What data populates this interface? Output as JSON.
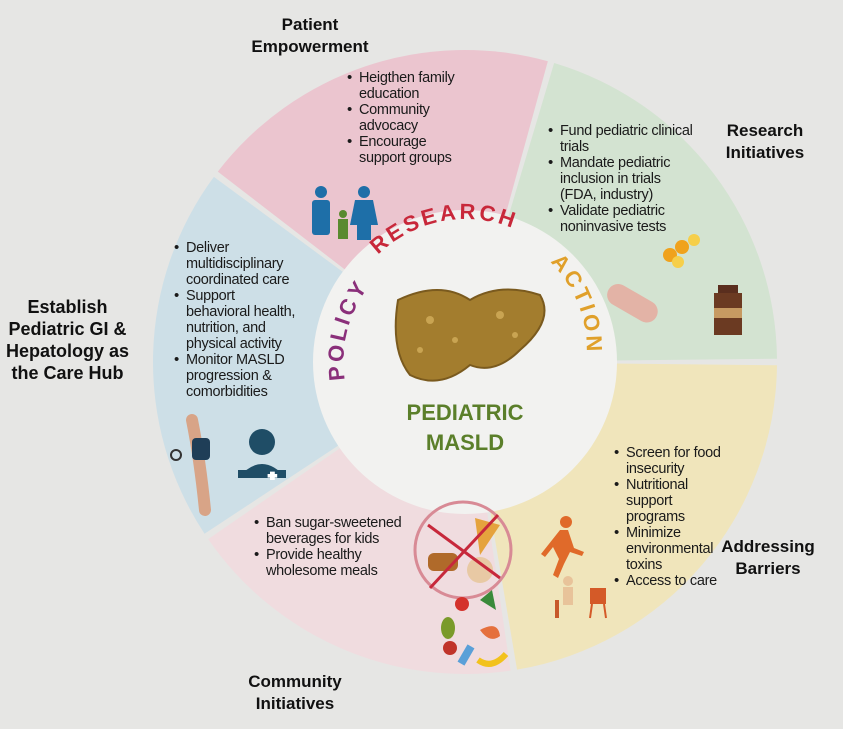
{
  "center": {
    "title_line1": "PEDIATRIC",
    "title_line2": "MASLD",
    "arc_words": [
      "POLICY",
      "RESEARCH",
      "ACTION"
    ]
  },
  "sections": {
    "patient": {
      "heading": "Patient Empowerment",
      "items": [
        "Heigthen family education",
        "Community advocacy",
        "Encourage support groups"
      ]
    },
    "research": {
      "heading": "Research Initiatives",
      "items": [
        "Fund pediatric clinical trials",
        "Mandate pediatric inclusion in trials (FDA, industry)",
        "Validate pediatric noninvasive tests"
      ]
    },
    "barriers": {
      "heading": "Addressing Barriers",
      "items": [
        "Screen for food insecurity",
        "Nutritional support programs",
        "Minimize environmental toxins",
        "Access to care"
      ]
    },
    "community": {
      "heading": "Community Initiatives",
      "items": [
        "Ban sugar-sweetened beverages for kids",
        "Provide healthy wholesome meals"
      ]
    },
    "carehub": {
      "heading": "Establish Pediatric GI & Hepatology as the Care Hub",
      "items": [
        "Deliver multidisciplinary coordinated care",
        "Support behavioral health, nutrition, and physical activity",
        "Monitor MASLD progression & comorbidities"
      ]
    }
  },
  "colors": {
    "patient": "#ebc5cf",
    "research": "#d3e3d1",
    "barriers": "#f0e5bb",
    "community": "#f0dcdf",
    "carehub": "#cddfe7",
    "policy": "#8a2f7a",
    "research_word": "#c8283a",
    "action": "#e0a02a",
    "masld": "#5b7f2a"
  }
}
